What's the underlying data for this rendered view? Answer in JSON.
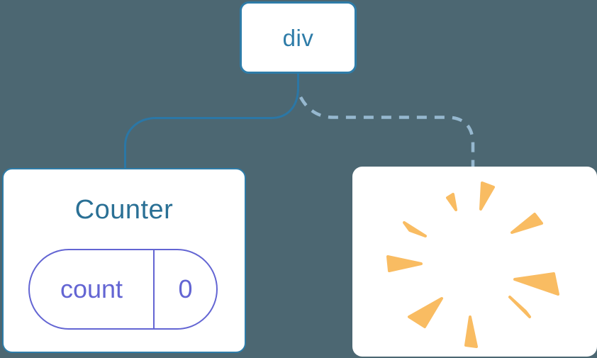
{
  "diagram": {
    "description": "component tree: root div keeps Counter with state, second child removed (poof)",
    "root_node": {
      "label": "div"
    },
    "counter_card": {
      "title": "Counter",
      "state_pill": {
        "key": "count",
        "value": "0"
      }
    },
    "removed_card": {
      "icon": "poof-starburst-icon"
    },
    "colors": {
      "background": "#4C6772",
      "card_bg": "#FFFFFF",
      "node_blue": "#2E7CA8",
      "counter_title": "#2A7095",
      "edge_solid": "#2B77A6",
      "edge_dashed": "#96B8CF",
      "state_pill": "#6365D3",
      "poof": "#F9BC62"
    }
  }
}
